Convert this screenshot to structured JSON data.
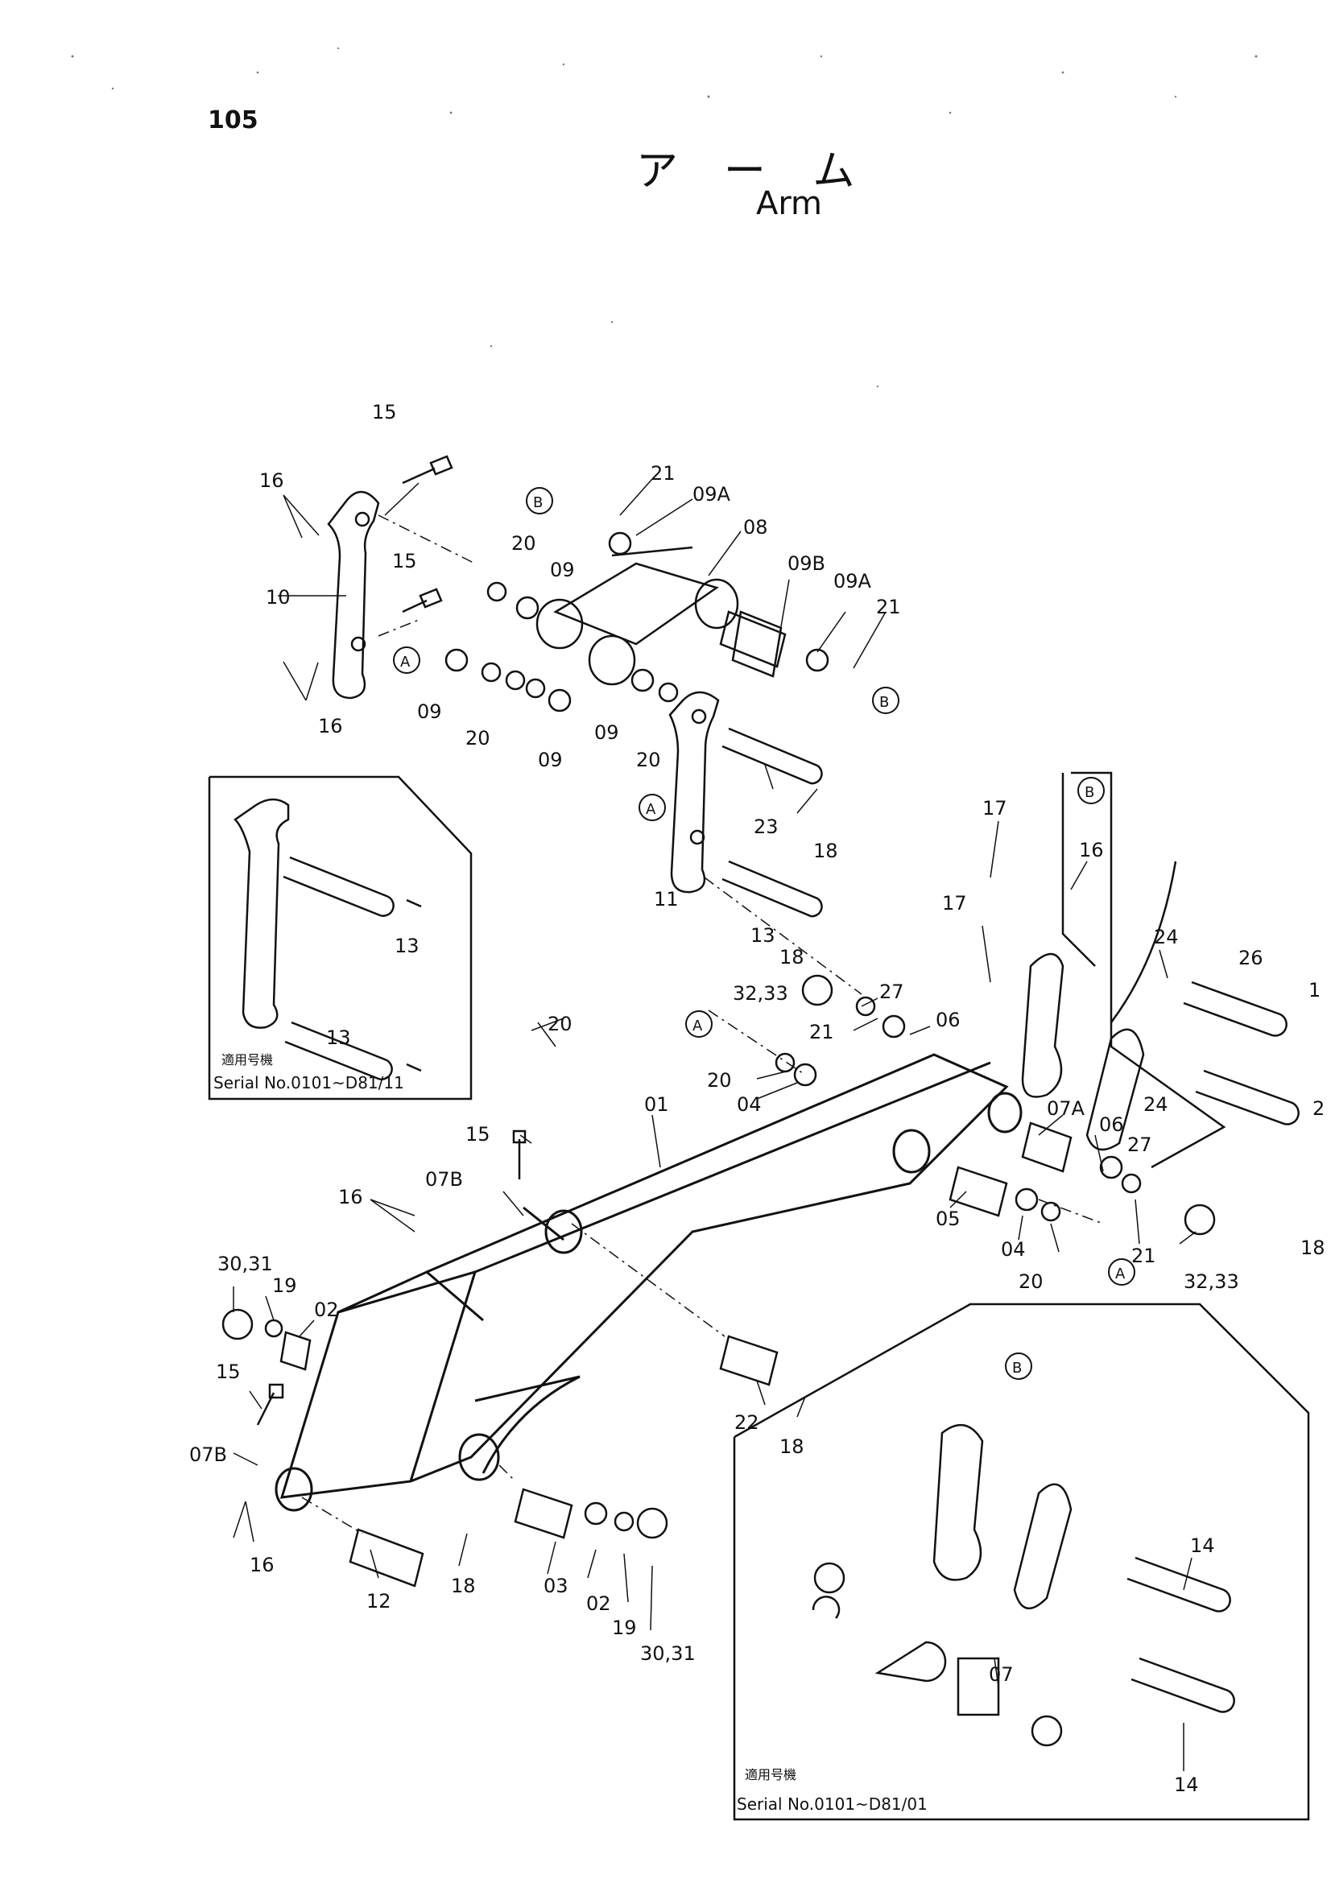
{
  "header": {
    "page_number": "105",
    "title_jp": "アーム",
    "title_en": "Arm"
  },
  "callouts": [
    {
      "id": "c-15a",
      "text": "15"
    },
    {
      "id": "c-16a",
      "text": "16"
    },
    {
      "id": "c-10",
      "text": "10"
    },
    {
      "id": "c-15b",
      "text": "15"
    },
    {
      "id": "c-20a",
      "text": "20"
    },
    {
      "id": "c-09a",
      "text": "09"
    },
    {
      "id": "c-21a",
      "text": "21"
    },
    {
      "id": "c-09Aa",
      "text": "09A"
    },
    {
      "id": "c-08",
      "text": "08"
    },
    {
      "id": "c-09B",
      "text": "09B"
    },
    {
      "id": "c-09Ab",
      "text": "09A"
    },
    {
      "id": "c-21b",
      "text": "21"
    },
    {
      "id": "c-16b",
      "text": "16"
    },
    {
      "id": "c-09b",
      "text": "09"
    },
    {
      "id": "c-20b",
      "text": "20"
    },
    {
      "id": "c-09c",
      "text": "09"
    },
    {
      "id": "c-09d",
      "text": "09"
    },
    {
      "id": "c-20c",
      "text": "20"
    },
    {
      "id": "c-23",
      "text": "23"
    },
    {
      "id": "c-18a",
      "text": "18"
    },
    {
      "id": "c-11",
      "text": "11"
    },
    {
      "id": "c-13a",
      "text": "13"
    },
    {
      "id": "c-18b",
      "text": "18"
    },
    {
      "id": "c-13b",
      "text": "13"
    },
    {
      "id": "c-13c",
      "text": "13"
    },
    {
      "id": "c-17a",
      "text": "17"
    },
    {
      "id": "c-17b",
      "text": "17"
    },
    {
      "id": "c-16c",
      "text": "16"
    },
    {
      "id": "c-24a",
      "text": "24"
    },
    {
      "id": "c-26",
      "text": "26"
    },
    {
      "id": "c-1",
      "text": "1"
    },
    {
      "id": "c-3233a",
      "text": "32,33"
    },
    {
      "id": "c-27a",
      "text": "27"
    },
    {
      "id": "c-21c",
      "text": "21"
    },
    {
      "id": "c-06a",
      "text": "06"
    },
    {
      "id": "c-20d",
      "text": "20"
    },
    {
      "id": "c-20e",
      "text": "20"
    },
    {
      "id": "c-04a",
      "text": "04"
    },
    {
      "id": "c-24b",
      "text": "24"
    },
    {
      "id": "c-2",
      "text": "2"
    },
    {
      "id": "c-01",
      "text": "01"
    },
    {
      "id": "c-07A",
      "text": "07A"
    },
    {
      "id": "c-06b",
      "text": "06"
    },
    {
      "id": "c-27b",
      "text": "27"
    },
    {
      "id": "c-15c",
      "text": "15"
    },
    {
      "id": "c-07Ba",
      "text": "07B"
    },
    {
      "id": "c-16d",
      "text": "16"
    },
    {
      "id": "c-05",
      "text": "05"
    },
    {
      "id": "c-04b",
      "text": "04"
    },
    {
      "id": "c-21d",
      "text": "21"
    },
    {
      "id": "c-20f",
      "text": "20"
    },
    {
      "id": "c-3233b",
      "text": "32,33"
    },
    {
      "id": "c-18c",
      "text": "18"
    },
    {
      "id": "c-3031a",
      "text": "30,31"
    },
    {
      "id": "c-19a",
      "text": "19"
    },
    {
      "id": "c-02a",
      "text": "02"
    },
    {
      "id": "c-15d",
      "text": "15"
    },
    {
      "id": "c-22",
      "text": "22"
    },
    {
      "id": "c-18d",
      "text": "18"
    },
    {
      "id": "c-07Bb",
      "text": "07B"
    },
    {
      "id": "c-16e",
      "text": "16"
    },
    {
      "id": "c-12",
      "text": "12"
    },
    {
      "id": "c-18e",
      "text": "18"
    },
    {
      "id": "c-03",
      "text": "03"
    },
    {
      "id": "c-02b",
      "text": "02"
    },
    {
      "id": "c-19b",
      "text": "19"
    },
    {
      "id": "c-3031b",
      "text": "30,31"
    },
    {
      "id": "c-14a",
      "text": "14"
    },
    {
      "id": "c-07",
      "text": "07"
    },
    {
      "id": "c-14b",
      "text": "14"
    }
  ],
  "refs": [
    "B",
    "B",
    "A",
    "A",
    "A",
    "A",
    "B",
    "B"
  ],
  "insets": {
    "left": {
      "caption_jp": "適用号機",
      "caption_en": "Serial No.0101~D81/11"
    },
    "right": {
      "caption_jp": "適用号機",
      "caption_en": "Serial No.0101~D81/01"
    }
  }
}
